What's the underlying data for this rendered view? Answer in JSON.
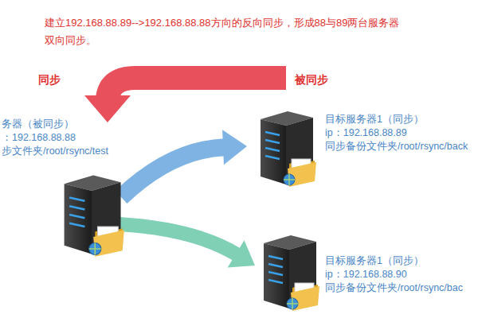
{
  "diagram": {
    "nodes": [
      {
        "text": [
          "务器（被同步）",
          "：192.168.88.88",
          "步文件夹/root/rsync/test"
        ]
      },
      {
        "text": [
          "目标服务器1（同步）",
          "ip：192.168.88.89",
          "同步备份文件夹/root/rsync/back"
        ]
      },
      {
        "text": [
          "目标服务器1（同步）",
          "ip：192.168.88.90",
          "同步备份文件夹/root/rsync/bac"
        ]
      }
    ],
    "edges": [
      {
        "from": 0,
        "to": 1,
        "arrow": "to"
      },
      {
        "from": 0,
        "to": 2,
        "arrow": "to"
      },
      {
        "from": 1,
        "to": 0,
        "arrow": "to"
      }
    ],
    "labels": [
      "建立192.168.88.89-->192.168.88.88方向的反向同步，形成88与89两台服务器双向同步。",
      "同步",
      "被同步"
    ]
  }
}
